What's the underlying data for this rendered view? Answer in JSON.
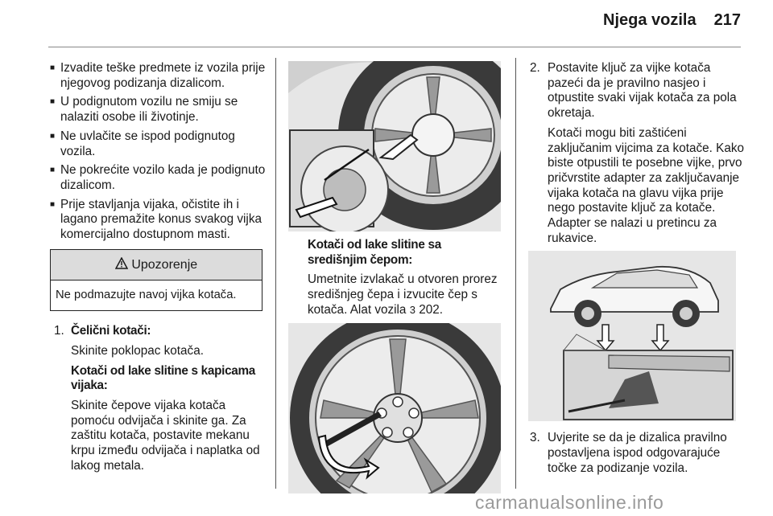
{
  "header": {
    "section_title": "Njega vozila",
    "page_number": "217"
  },
  "col1": {
    "bullets": [
      "Izvadite teške predmete iz vozila prije njegovog podizanja dizalicom.",
      "U podignutom vozilu ne smiju se nalaziti osobe ili životinje.",
      "Ne uvlačite se ispod podignutog vozila.",
      "Ne pokrećite vozilo kada je podignuto dizalicom.",
      "Prije stavljanja vijaka, očistite ih i lagano premažite konus svakog vijka komercijalno dostupnom masti."
    ],
    "warning": {
      "icon": "warning-triangle-icon",
      "title": "Upozorenje",
      "text": "Ne podmazujte navoj vijka kotača."
    },
    "step1": {
      "number": "1.",
      "title": "Čelični kotači:",
      "text": "Skinite poklopac kotača.",
      "subtitle": "Kotači od lake slitine s kapicama vijaka:",
      "text2": "Skinite čepove vijaka kotača pomoću odvijača i skinite ga. Za zaštitu kotača, postavite mekanu krpu između odvijača i naplatka od lakog metala."
    }
  },
  "col2": {
    "caption_title": "Kotači od lake slitine sa središnjim čepom:",
    "caption_text_prefix": "Umetnite izvlakač u otvoren prorez središnjeg čepa i izvucite čep s kotača. Alat vozila ",
    "ref_arrow": "3",
    "ref_page": "202."
  },
  "col3": {
    "step2": {
      "number": "2.",
      "text": "Postavite ključ za vijke kotača pazeći da je pravilno nasjeo i otpustite svaki vijak kotača za pola okretaja.",
      "text2": "Kotači mogu biti zaštićeni zaključanim vijcima za kotače. Kako biste otpustili te posebne vijke, prvo pričvrstite adapter za zaključavanje vijaka kotača na glavu vijka prije nego postavite ključ za kotače. Adapter se nalazi u pretincu za rukavice."
    },
    "step3": {
      "number": "3.",
      "text": "Uvjerite se da je dizalica pravilno postavljena ispod odgovarajuće točke za podizanje vozila."
    }
  },
  "watermark": "carmanualsonline.info"
}
